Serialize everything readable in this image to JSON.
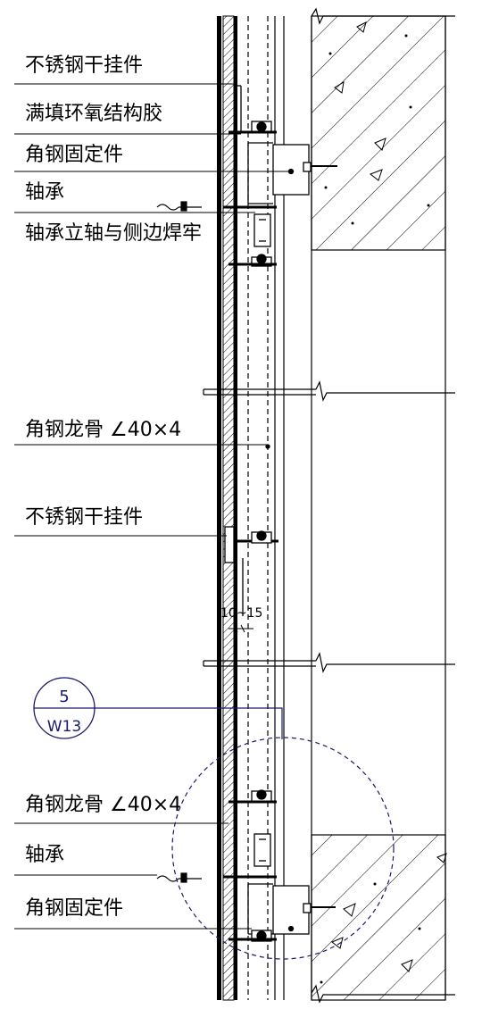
{
  "labels": {
    "l1": "不锈钢干挂件",
    "l2": "满填环氧结构胶",
    "l3": "角钢固定件",
    "l4": "轴承",
    "l5": "轴承立轴与侧边焊牢",
    "l6": "角钢龙骨 ∠40×4",
    "l7": "不锈钢干挂件",
    "l8": "角钢龙骨 ∠40×4",
    "l9": "轴承",
    "l10": "角钢固定件"
  },
  "dimension": "10~15",
  "detail_ref": {
    "number": "5",
    "sheet": "W13"
  },
  "colors": {
    "line": "#000000",
    "detail": "#1a1a6e",
    "hatch": "#000000"
  }
}
